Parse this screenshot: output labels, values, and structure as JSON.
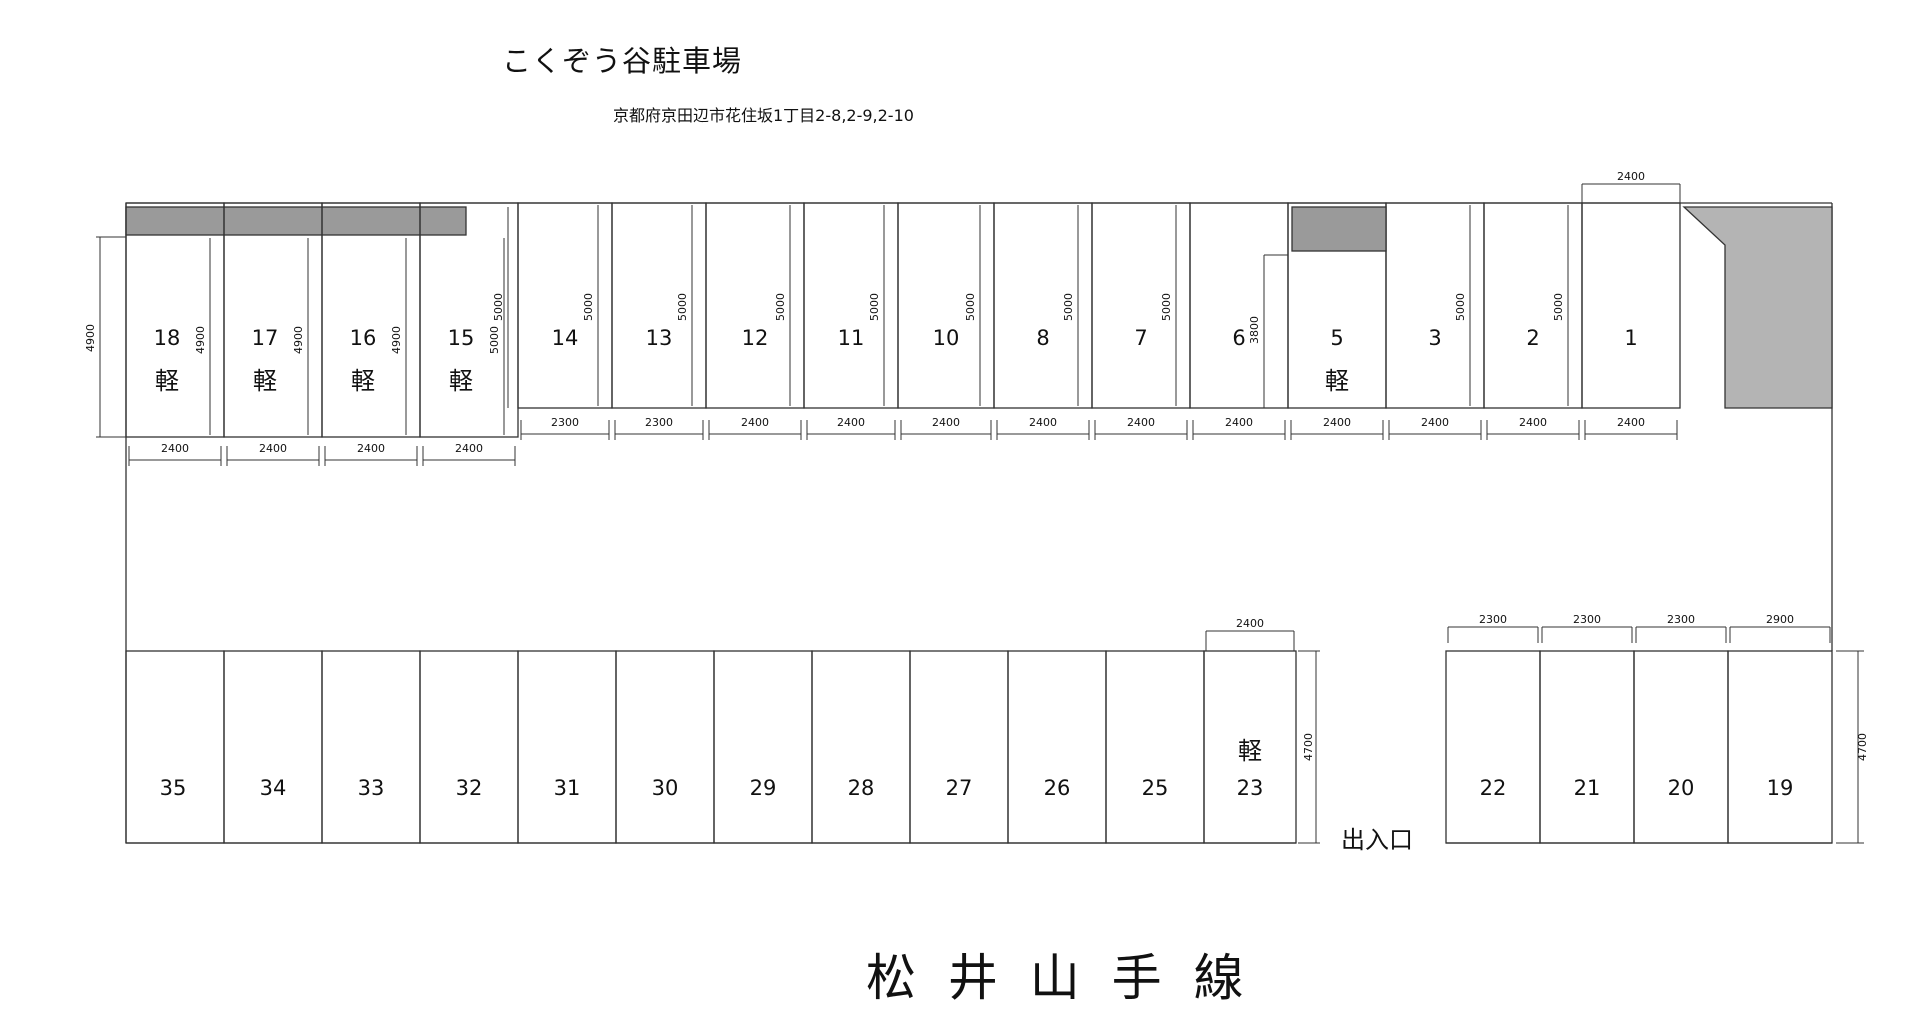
{
  "title": "こくぞう谷駐車場",
  "address": "京都府京田辺市花住坂1丁目2-8,2-9,2-10",
  "road": "松 井 山 手 線",
  "entrance": "出入口",
  "kei": "軽",
  "top_row": [
    {
      "num": "18",
      "kei": true,
      "depth": "4900",
      "width": "2400"
    },
    {
      "num": "17",
      "kei": true,
      "depth": "4900",
      "width": "2400"
    },
    {
      "num": "16",
      "kei": true,
      "depth": "4900",
      "width": "2400"
    },
    {
      "num": "15",
      "kei": true,
      "depth": "5000",
      "width": "2400"
    },
    {
      "num": "14",
      "kei": false,
      "depth": "5000",
      "width": "2300"
    },
    {
      "num": "13",
      "kei": false,
      "depth": "5000",
      "width": "2300"
    },
    {
      "num": "12",
      "kei": false,
      "depth": "5000",
      "width": "2400"
    },
    {
      "num": "11",
      "kei": false,
      "depth": "5000",
      "width": "2400"
    },
    {
      "num": "10",
      "kei": false,
      "depth": "5000",
      "width": "2400"
    },
    {
      "num": "8",
      "kei": false,
      "depth": "5000",
      "width": "2400"
    },
    {
      "num": "7",
      "kei": false,
      "depth": "5000",
      "width": "2400"
    },
    {
      "num": "6",
      "kei": false,
      "depth": "3800",
      "width": "2400"
    },
    {
      "num": "5",
      "kei": true,
      "depth": "",
      "width": "2400"
    },
    {
      "num": "3",
      "kei": false,
      "depth": "5000",
      "width": "2400"
    },
    {
      "num": "2",
      "kei": false,
      "depth": "5000",
      "width": "2400"
    },
    {
      "num": "1",
      "kei": false,
      "depth": "",
      "width": "2400"
    }
  ],
  "left_depth": "4900",
  "bottom_left": [
    {
      "num": "35"
    },
    {
      "num": "34"
    },
    {
      "num": "33"
    },
    {
      "num": "32"
    },
    {
      "num": "31"
    },
    {
      "num": "30"
    },
    {
      "num": "29"
    },
    {
      "num": "28"
    },
    {
      "num": "27"
    },
    {
      "num": "26"
    },
    {
      "num": "25"
    },
    {
      "num": "23",
      "kei": true
    }
  ],
  "bottom_left_dims": {
    "width_23": "2400",
    "depth": "4700"
  },
  "bottom_right": [
    {
      "num": "22",
      "width": "2300"
    },
    {
      "num": "21",
      "width": "2300"
    },
    {
      "num": "20",
      "width": "2300"
    },
    {
      "num": "19",
      "width": "2900"
    }
  ],
  "bottom_right_depth": "4700",
  "colors": {
    "shade": "#b4b4b4",
    "shade_dark": "#9a9a9a",
    "line": "#333333"
  }
}
